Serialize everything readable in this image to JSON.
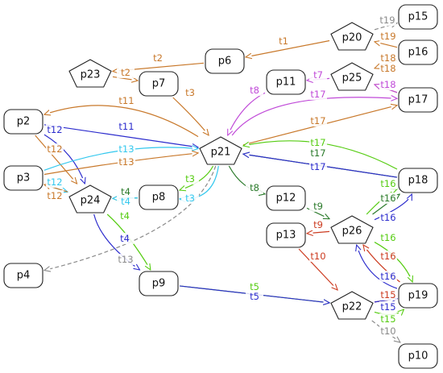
{
  "colors": {
    "orange": "#c8782a",
    "blue": "#2c2ccd",
    "cyan": "#33c8ee",
    "green_dark": "#2a7a2a",
    "green_light": "#55cc11",
    "magenta": "#c04ad8",
    "red": "#cc3b20",
    "gray": "#8a8a8a"
  },
  "nodes": [
    {
      "id": "p15",
      "label": "p15",
      "shape": "rounded-rect"
    },
    {
      "id": "p20",
      "label": "p20",
      "shape": "pentagon"
    },
    {
      "id": "p16",
      "label": "p16",
      "shape": "rounded-rect"
    },
    {
      "id": "p23",
      "label": "p23",
      "shape": "pentagon"
    },
    {
      "id": "p6",
      "label": "p6",
      "shape": "rounded-rect"
    },
    {
      "id": "p7",
      "label": "p7",
      "shape": "rounded-rect"
    },
    {
      "id": "p11",
      "label": "p11",
      "shape": "rounded-rect"
    },
    {
      "id": "p25",
      "label": "p25",
      "shape": "pentagon"
    },
    {
      "id": "p17",
      "label": "p17",
      "shape": "rounded-rect"
    },
    {
      "id": "p2",
      "label": "p2",
      "shape": "rounded-rect"
    },
    {
      "id": "p21",
      "label": "p21",
      "shape": "pentagon"
    },
    {
      "id": "p3",
      "label": "p3",
      "shape": "rounded-rect"
    },
    {
      "id": "p24",
      "label": "p24",
      "shape": "pentagon"
    },
    {
      "id": "p8",
      "label": "p8",
      "shape": "rounded-rect"
    },
    {
      "id": "p18",
      "label": "p18",
      "shape": "rounded-rect"
    },
    {
      "id": "p12",
      "label": "p12",
      "shape": "rounded-rect"
    },
    {
      "id": "p26",
      "label": "p26",
      "shape": "pentagon"
    },
    {
      "id": "p13",
      "label": "p13",
      "shape": "rounded-rect"
    },
    {
      "id": "p4",
      "label": "p4",
      "shape": "rounded-rect"
    },
    {
      "id": "p9",
      "label": "p9",
      "shape": "rounded-rect"
    },
    {
      "id": "p19",
      "label": "p19",
      "shape": "rounded-rect"
    },
    {
      "id": "p22",
      "label": "p22",
      "shape": "pentagon"
    },
    {
      "id": "p10",
      "label": "p10",
      "shape": "rounded-rect"
    }
  ],
  "edges": [
    {
      "from": "p20",
      "to": "p15",
      "label": "t19",
      "color": "gray",
      "dashed": true
    },
    {
      "from": "p16",
      "to": "p20",
      "label": "t19",
      "color": "orange"
    },
    {
      "from": "p20",
      "to": "p6",
      "label": "t1",
      "color": "orange"
    },
    {
      "from": "p6",
      "to": "p23",
      "label": "t2",
      "color": "orange"
    },
    {
      "from": "p23",
      "to": "p7",
      "label": "t2",
      "color": "orange"
    },
    {
      "from": "p7",
      "to": "p21",
      "label": "t3",
      "color": "orange"
    },
    {
      "from": "p16",
      "to": "p25",
      "label": "t18",
      "color": "orange"
    },
    {
      "from": "p17",
      "to": "p25",
      "label": "t18",
      "color": "orange"
    },
    {
      "from": "p25",
      "to": "p11",
      "label": "t7",
      "color": "magenta"
    },
    {
      "from": "p17",
      "to": "p25",
      "label": "t18",
      "color": "magenta"
    },
    {
      "from": "p11",
      "to": "p21",
      "label": "t8",
      "color": "magenta"
    },
    {
      "from": "p21",
      "to": "p17",
      "label": "t17",
      "color": "magenta"
    },
    {
      "from": "p21",
      "to": "p17",
      "label": "t17",
      "color": "orange"
    },
    {
      "from": "p21",
      "to": "p2",
      "label": "t11",
      "color": "orange"
    },
    {
      "from": "p2",
      "to": "p21",
      "label": "t11",
      "color": "blue"
    },
    {
      "from": "p2",
      "to": "p24",
      "label": "t12",
      "color": "blue"
    },
    {
      "from": "p2",
      "to": "p24",
      "label": "t12",
      "color": "orange"
    },
    {
      "from": "p3",
      "to": "p21",
      "label": "t13",
      "color": "cyan"
    },
    {
      "from": "p3",
      "to": "p21",
      "label": "t13",
      "color": "orange"
    },
    {
      "from": "p3",
      "to": "p24",
      "label": "t12",
      "color": "cyan"
    },
    {
      "from": "p24",
      "to": "p3",
      "label": "t12",
      "color": "orange"
    },
    {
      "from": "p21",
      "to": "p8",
      "label": "t3",
      "color": "green_light"
    },
    {
      "from": "p8",
      "to": "p24",
      "label": "t4",
      "color": "green_dark"
    },
    {
      "from": "p8",
      "to": "p24",
      "label": "t4",
      "color": "cyan"
    },
    {
      "from": "p21",
      "to": "p8",
      "label": "t3",
      "color": "cyan"
    },
    {
      "from": "p24",
      "to": "p9",
      "label": "t4",
      "color": "green_light"
    },
    {
      "from": "p24",
      "to": "p9",
      "label": "t4",
      "color": "blue"
    },
    {
      "from": "p21",
      "to": "p4",
      "label": "t13",
      "color": "gray",
      "dashed": true
    },
    {
      "from": "p18",
      "to": "p21",
      "label": "t17",
      "color": "green_light"
    },
    {
      "from": "p18",
      "to": "p21",
      "label": "t17",
      "color": "green_dark"
    },
    {
      "from": "p18",
      "to": "p21",
      "label": "t17",
      "color": "blue"
    },
    {
      "from": "p21",
      "to": "p12",
      "label": "t8",
      "color": "green_dark"
    },
    {
      "from": "p12",
      "to": "p26",
      "label": "t9",
      "color": "green_dark"
    },
    {
      "from": "p26",
      "to": "p13",
      "label": "t9",
      "color": "red"
    },
    {
      "from": "p26",
      "to": "p18",
      "label": "t16",
      "color": "green_light"
    },
    {
      "from": "p26",
      "to": "p18",
      "label": "t16",
      "color": "green_dark"
    },
    {
      "from": "p26",
      "to": "p18",
      "label": "t16",
      "color": "blue"
    },
    {
      "from": "p13",
      "to": "p22",
      "label": "t10",
      "color": "red"
    },
    {
      "from": "p26",
      "to": "p19",
      "label": "t16",
      "color": "green_light"
    },
    {
      "from": "p19",
      "to": "p26",
      "label": "t16",
      "color": "red"
    },
    {
      "from": "p19",
      "to": "p26",
      "label": "t16",
      "color": "blue"
    },
    {
      "from": "p9",
      "to": "p22",
      "label": "t5",
      "color": "green_light"
    },
    {
      "from": "p9",
      "to": "p22",
      "label": "t5",
      "color": "blue"
    },
    {
      "from": "p22",
      "to": "p19",
      "label": "t15",
      "color": "red"
    },
    {
      "from": "p22",
      "to": "p19",
      "label": "t15",
      "color": "blue"
    },
    {
      "from": "p22",
      "to": "p19",
      "label": "t15",
      "color": "green_light"
    },
    {
      "from": "p22",
      "to": "p10",
      "label": "t10",
      "color": "gray",
      "dashed": true
    }
  ]
}
